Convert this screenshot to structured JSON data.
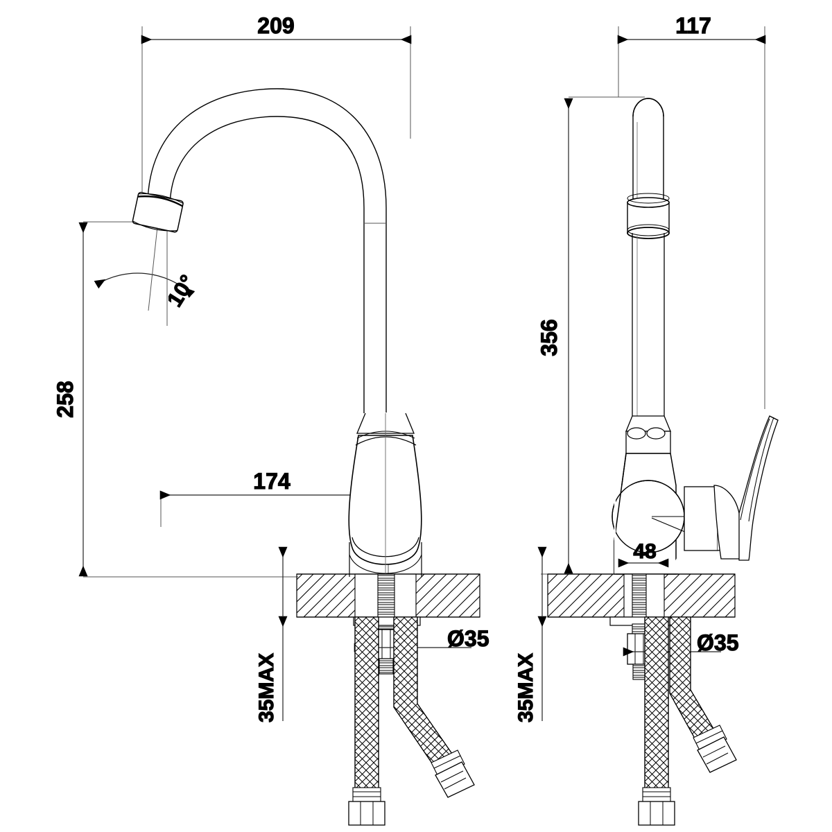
{
  "document": {
    "type": "technical-drawing",
    "subject": "kitchen-sink-mixer-faucet",
    "views": [
      "front-elevation",
      "side-elevation"
    ],
    "units": "mm",
    "line_color": "#000000",
    "background_color": "#ffffff"
  },
  "front_view": {
    "name": "front-elevation",
    "dimensions": {
      "spout_reach": {
        "label": "209",
        "orientation": "horizontal",
        "position": "top"
      },
      "spout_height": {
        "label": "258",
        "orientation": "vertical-rotated",
        "position": "left"
      },
      "spout_center_offset": {
        "label": "174",
        "orientation": "horizontal",
        "position": "middle"
      },
      "outlet_angle": {
        "label": "10°",
        "orientation": "rotated",
        "position": "aerator"
      },
      "hole_diameter": {
        "label": "Ø35",
        "orientation": "horizontal",
        "position": "below-counter"
      },
      "counter_thickness": {
        "label": "35MAX",
        "orientation": "vertical-rotated",
        "position": "below-counter-left"
      }
    }
  },
  "side_view": {
    "name": "side-elevation",
    "dimensions": {
      "overall_depth": {
        "label": "117",
        "orientation": "horizontal",
        "position": "top"
      },
      "overall_height": {
        "label": "356",
        "orientation": "vertical-rotated",
        "position": "left"
      },
      "body_width": {
        "label": "48",
        "orientation": "horizontal",
        "position": "base"
      },
      "hole_diameter": {
        "label": "Ø35",
        "orientation": "horizontal",
        "position": "below-counter"
      },
      "counter_thickness": {
        "label": "35MAX",
        "orientation": "vertical-rotated",
        "position": "below-counter-left"
      }
    }
  },
  "components": {
    "spout": "curved-gooseneck-spout",
    "aerator": "angled-aerator-outlet",
    "body": "faucet-body",
    "lever": "single-lever-handle",
    "cartridge_ball": "cartridge-housing",
    "countertop": "hatched-countertop-section",
    "mounting_stud": "threaded-mounting-stud",
    "mounting_nut": "hex-mounting-nut",
    "washer": "mounting-washer",
    "hoses": [
      "braided-supply-hose-left",
      "braided-supply-hose-right"
    ],
    "hose_nuts": [
      "hex-connector-nut-left",
      "hex-connector-nut-right"
    ]
  }
}
